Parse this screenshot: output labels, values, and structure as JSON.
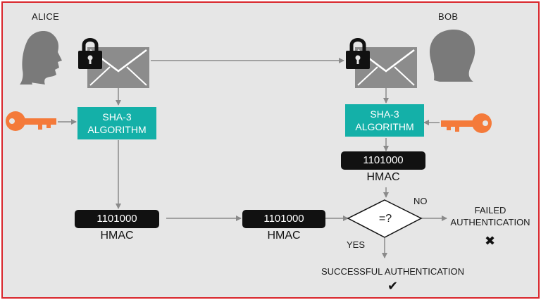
{
  "alice": {
    "name": "ALICE"
  },
  "bob": {
    "name": "BOB"
  },
  "alice_algorithm": {
    "line1": "SHA-3",
    "line2": "ALGORITHM"
  },
  "bob_algorithm": {
    "line1": "SHA-3",
    "line2": "ALGORITHM"
  },
  "alice_hmac": {
    "code": "1101000",
    "label": "HMAC"
  },
  "received_hmac": {
    "code": "1101000",
    "label": "HMAC"
  },
  "bob_hmac": {
    "code": "1101000",
    "label": "HMAC"
  },
  "compare": {
    "symbol": "=?",
    "no_label": "NO",
    "yes_label": "YES"
  },
  "result": {
    "failed_line1": "FAILED",
    "failed_line2": "AUTHENTICATION",
    "failed_mark": "✖",
    "success": "SUCCESSFUL AUTHENTICATION",
    "success_mark": "✔"
  },
  "colors": {
    "frame_border": "#d9262c",
    "background": "#e6e6e6",
    "algorithm": "#14b0a8",
    "key": "#f47a3a",
    "envelope": "#8c8c8c",
    "code_box": "#111111",
    "arrow": "#8a8a8a"
  },
  "icons": [
    "woman-silhouette-icon",
    "man-silhouette-icon",
    "padlock-icon",
    "envelope-icon",
    "key-icon",
    "check-icon",
    "cross-icon"
  ]
}
